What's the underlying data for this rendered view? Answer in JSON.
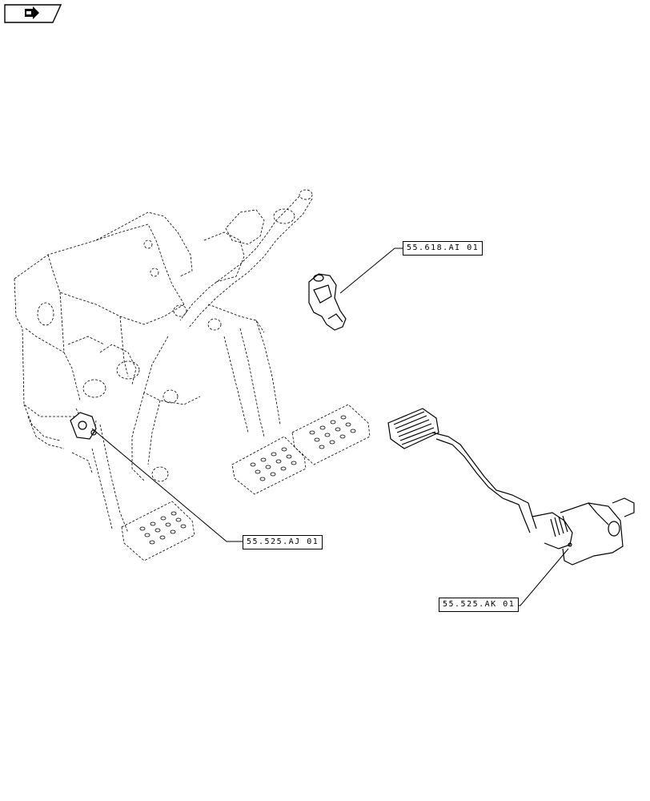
{
  "callouts": [
    {
      "id": "55.618.AI",
      "label": "55.618.AI 01"
    },
    {
      "id": "55.525.AJ",
      "label": "55.525.AJ 01"
    },
    {
      "id": "55.525.AK",
      "label": "55.525.AK 01"
    }
  ],
  "nav_icon": "back-arrow-icon"
}
